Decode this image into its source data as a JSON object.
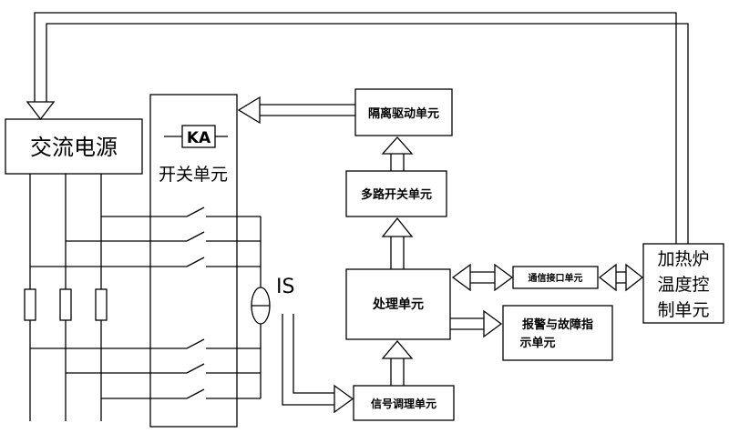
{
  "blocks": {
    "ac_power": "交流电源",
    "switch_relay": "KA",
    "switch_unit": "开关单元",
    "isolation_driver": "隔离驱动单元",
    "multiplex_switch": "多路开关单元",
    "processing": "处理单元",
    "comm_interface": "通信接口单元",
    "alarm_fault_line1": "报警与故障指",
    "alarm_fault_line2": "示单元",
    "signal_conditioning": "信号调理单元",
    "furnace_temp_line1": "加热炉",
    "furnace_temp_line2": "温度控",
    "furnace_temp_line3": "制单元"
  },
  "labels": {
    "current_sensor": "IS"
  }
}
